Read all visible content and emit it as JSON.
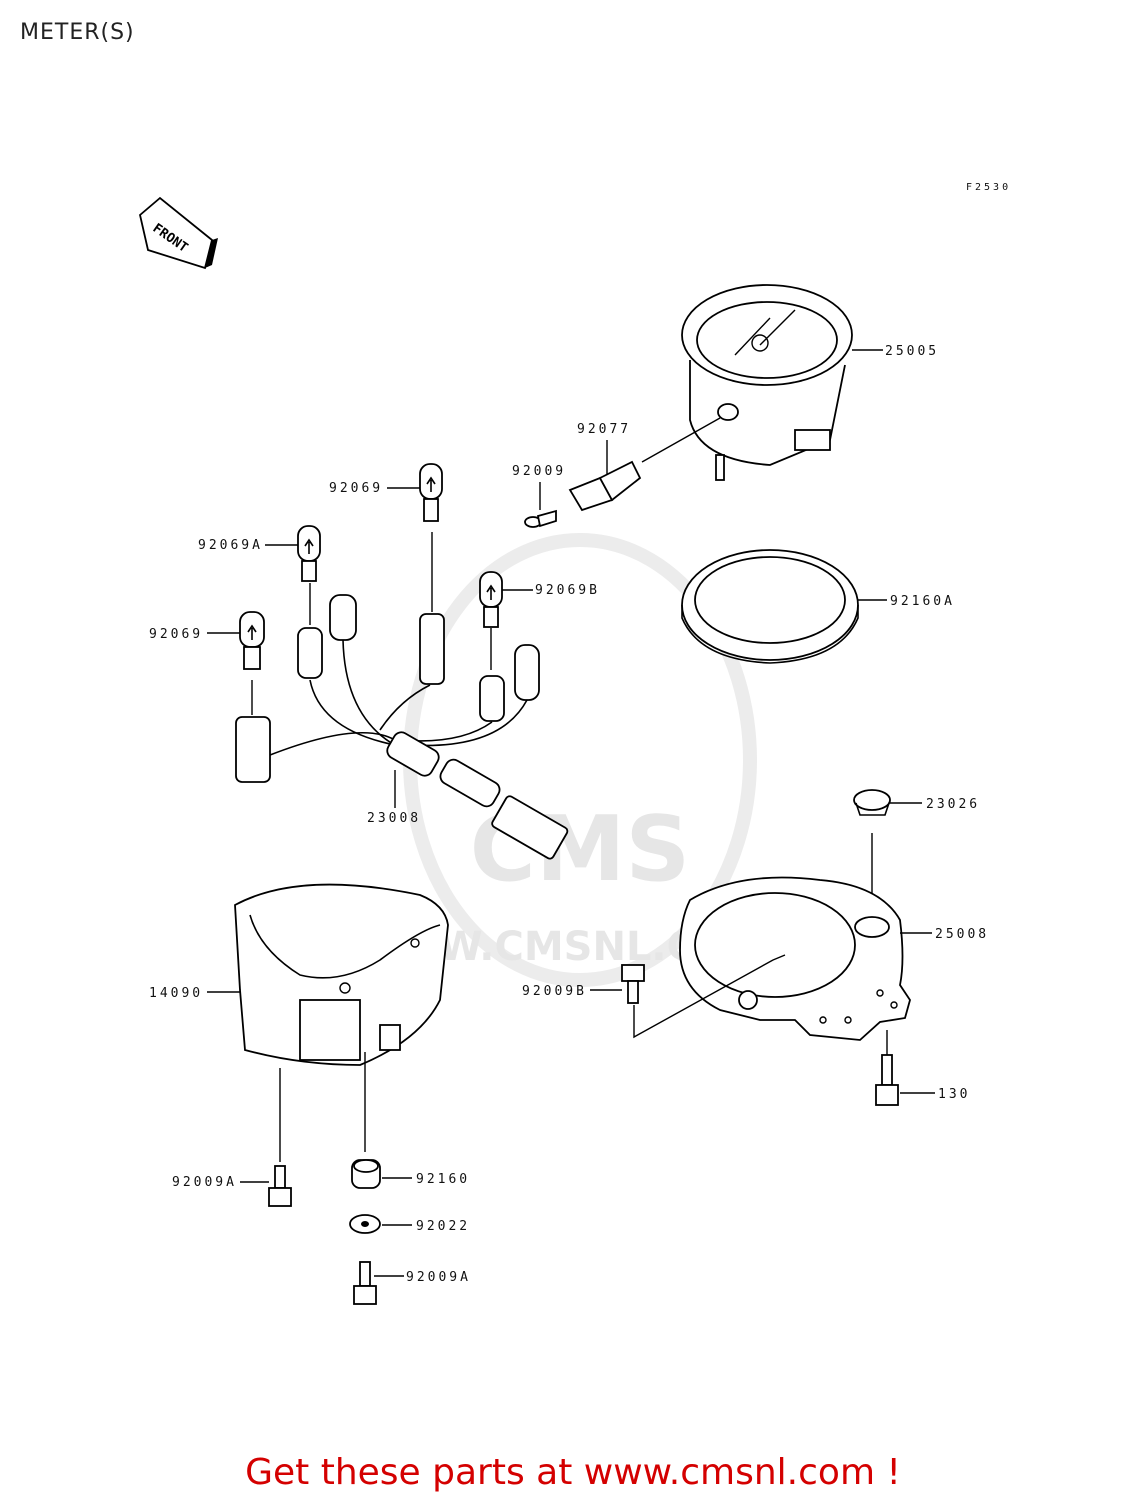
{
  "title": "METER(S)",
  "figure_code": "F2530",
  "front_arrow_label": "FRONT",
  "watermark": {
    "text": "WWW.CMSNL.COM",
    "logo": "CMS"
  },
  "parts": [
    {
      "id": "25005"
    },
    {
      "id": "92077"
    },
    {
      "id": "92009"
    },
    {
      "id": "92069"
    },
    {
      "id": "92069A"
    },
    {
      "id": "92069B"
    },
    {
      "id": "92069"
    },
    {
      "id": "92160A"
    },
    {
      "id": "23008"
    },
    {
      "id": "23026"
    },
    {
      "id": "25008"
    },
    {
      "id": "14090"
    },
    {
      "id": "92009B"
    },
    {
      "id": "130"
    },
    {
      "id": "92009A"
    },
    {
      "id": "92160"
    },
    {
      "id": "92022"
    },
    {
      "id": "92009A"
    }
  ],
  "promo": "Get these parts at www.cmsnl.com !"
}
